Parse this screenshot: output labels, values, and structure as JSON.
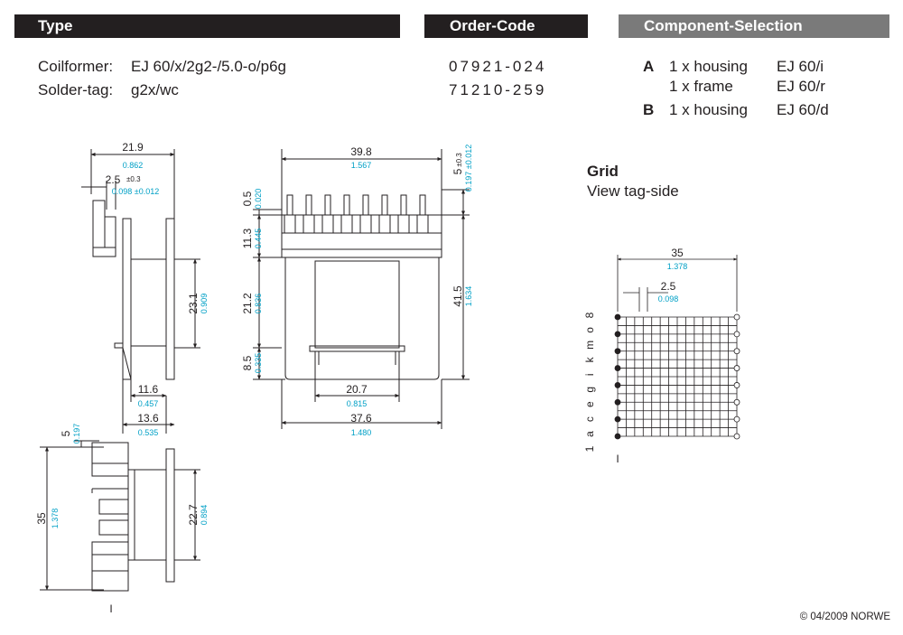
{
  "headers": {
    "type": "Type",
    "order_code": "Order-Code",
    "component_selection": "Component-Selection"
  },
  "type_rows": [
    {
      "label": "Coilformer:",
      "value": "EJ 60/x/2g2-/5.0-o/p6g",
      "code": "07921-024"
    },
    {
      "label": "Solder-tag:",
      "value": "g2x/wc",
      "code": "71210-259"
    }
  ],
  "components": {
    "A": {
      "letter": "A",
      "items": [
        {
          "qty": "1 x housing",
          "part": "EJ 60/i"
        },
        {
          "qty": "1 x frame",
          "part": "EJ 60/r"
        }
      ]
    },
    "B": {
      "letter": "B",
      "items": [
        {
          "qty": "1 x housing",
          "part": "EJ 60/d"
        }
      ]
    }
  },
  "grid": {
    "title": "Grid",
    "subtitle": "View tag-side",
    "dim_width": "35",
    "dim_width_in": "1.378",
    "dim_pitch": "2.5",
    "dim_pitch_in": "0.098",
    "row_labels": [
      "8",
      "o",
      "m",
      "k",
      "i",
      "g",
      "e",
      "c",
      "a",
      "1"
    ],
    "mark": "I"
  },
  "dims": {
    "d21_9": "21.9",
    "d21_9_in": "0.862",
    "d2_5": "2.5",
    "d2_5_tol": "±0.3",
    "d2_5_in": "0.098 ±0.012",
    "d23_1": "23.1",
    "d23_1_in": "0.909",
    "d11_6": "11.6",
    "d11_6_in": "0.457",
    "d13_6": "13.6",
    "d13_6_in": "0.535",
    "d39_8": "39.8",
    "d39_8_in": "1.567",
    "d5": "5",
    "d5_tol": "±0.3",
    "d5_in": "0.197 ±0.012",
    "d0_5": "0.5",
    "d0_5_in": "0.020",
    "d11_3": "11.3",
    "d11_3_in": "0.445",
    "d21_2": "21.2",
    "d21_2_in": "0.836",
    "d8_5": "8.5",
    "d8_5_in": "0.335",
    "d41_5": "41.5",
    "d41_5_in": "1.634",
    "d20_7": "20.7",
    "d20_7_in": "0.815",
    "d37_6": "37.6",
    "d37_6_in": "1.480",
    "d5b": "5",
    "d5b_in": "0.197",
    "d35": "35",
    "d35_in": "1.378",
    "d22_7": "22.7",
    "d22_7_in": "0.894",
    "mark": "I"
  },
  "footer": "© 04/2009 NORWE",
  "colors": {
    "header_dark": "#231f20",
    "header_gray": "#7a7a7a",
    "inch_cyan": "#00a0c6",
    "line": "#231f20"
  }
}
